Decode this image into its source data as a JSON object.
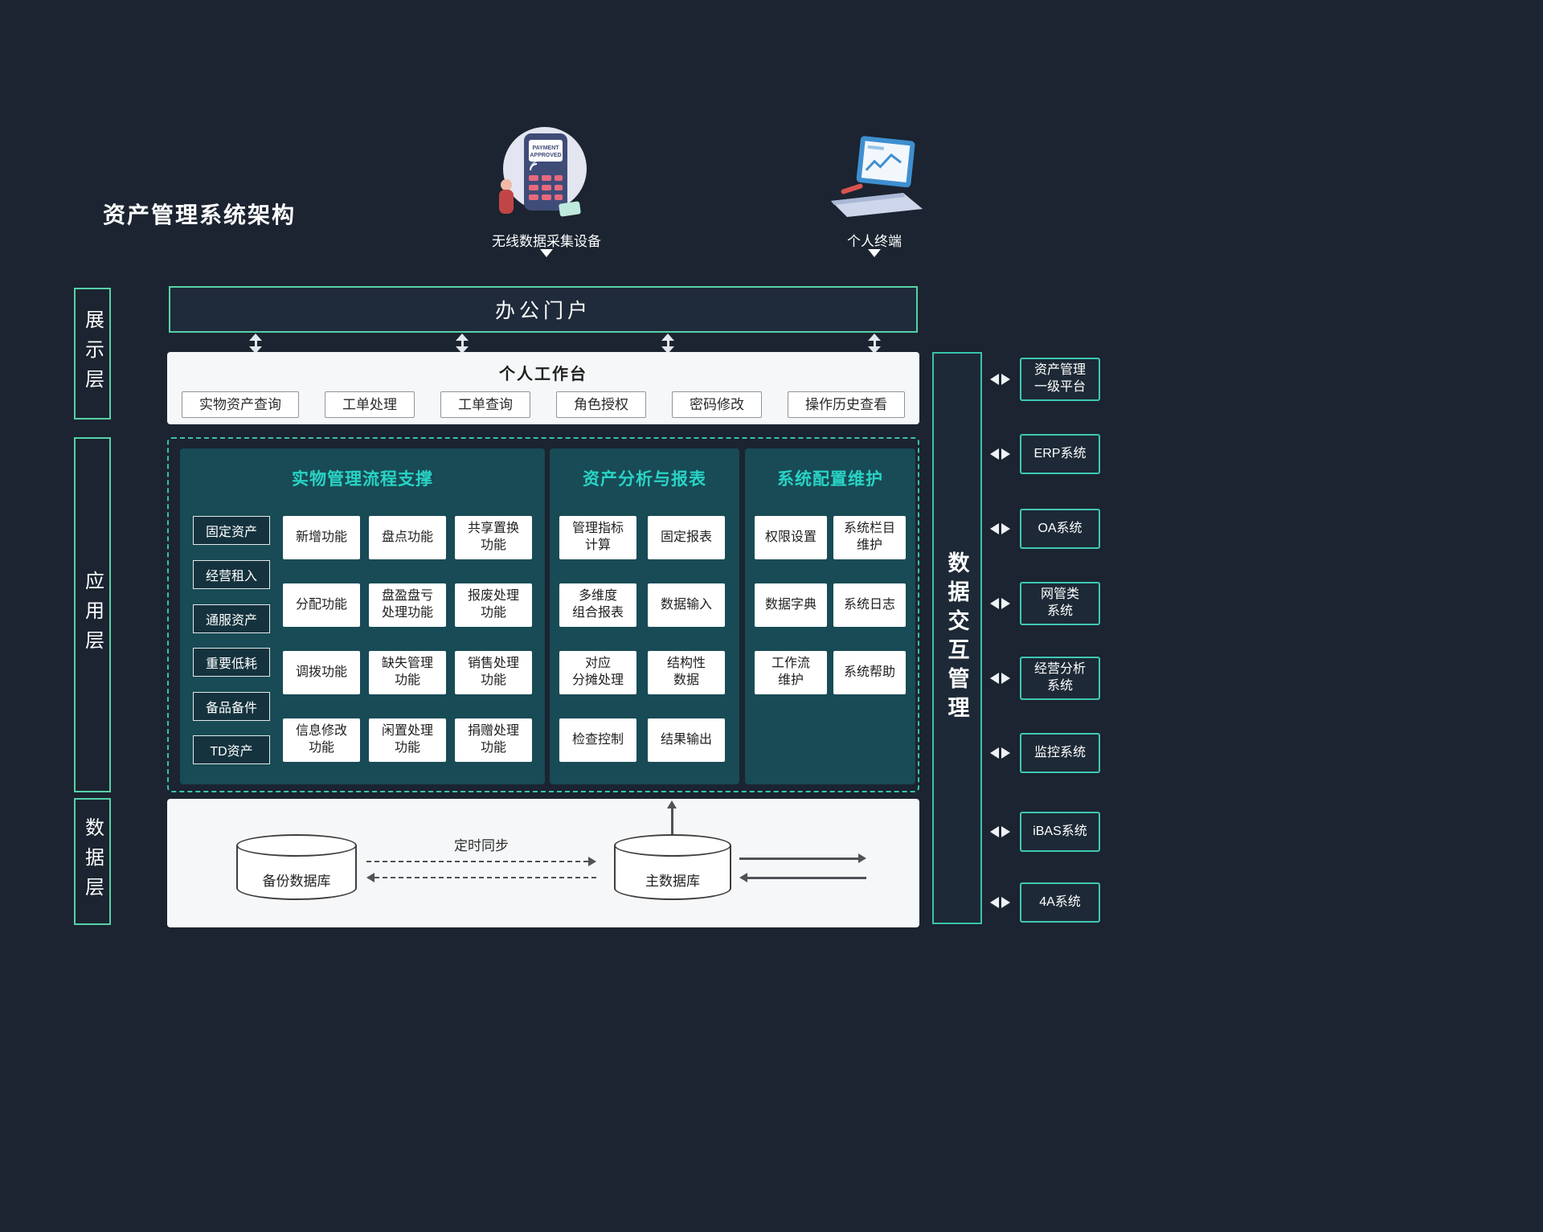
{
  "title": "资产管理系统架构",
  "colors": {
    "background": "#1b2430",
    "accent_green_border": "#57d1a8",
    "accent_teal_dashed": "#38c3ab",
    "panel_teal_bg": "#184b55",
    "panel_heading_teal": "#29d3c5",
    "white_panel": "#f6f7f8"
  },
  "devices": {
    "collector": {
      "label": "无线数据采集设备",
      "screen_line1": "PAYMENT",
      "screen_line2": "APPROVED"
    },
    "terminal": {
      "label": "个人终端"
    }
  },
  "layers": {
    "presentation": "展示层",
    "application": "应用层",
    "data": "数据层"
  },
  "portal": {
    "title": "办公门户"
  },
  "workbench": {
    "title": "个人工作台",
    "buttons": [
      "实物资产查询",
      "工单处理",
      "工单查询",
      "角色授权",
      "密码修改",
      "操作历史查看"
    ]
  },
  "app_panels": {
    "panel1": {
      "title": "实物管理流程支撑",
      "categories": [
        "固定资产",
        "经营租入",
        "通服资产",
        "重要低耗",
        "备品备件",
        "TD资产"
      ],
      "functions": [
        "新增功能",
        "盘点功能",
        "共享置换\n功能",
        "分配功能",
        "盘盈盘亏\n处理功能",
        "报废处理\n功能",
        "调拨功能",
        "缺失管理\n功能",
        "销售处理\n功能",
        "信息修改\n功能",
        "闲置处理\n功能",
        "捐赠处理\n功能"
      ]
    },
    "panel2": {
      "title": "资产分析与报表",
      "functions": [
        "管理指标\n计算",
        "固定报表",
        "多维度\n组合报表",
        "数据输入",
        "对应\n分摊处理",
        "结构性\n数据",
        "检查控制",
        "结果输出"
      ]
    },
    "panel3": {
      "title": "系统配置维护",
      "functions": [
        "权限设置",
        "系统栏目\n维护",
        "数据字典",
        "系统日志",
        "工作流\n维护",
        "系统帮助"
      ]
    }
  },
  "data_section": {
    "backup_db": "备份数据库",
    "main_db": "主数据库",
    "sync_label": "定时同步"
  },
  "interaction_bar": {
    "title": "数据交互管理"
  },
  "external_systems": [
    "资产管理\n一级平台",
    "ERP系统",
    "OA系统",
    "网管类\n系统",
    "经营分析\n系统",
    "监控系统",
    "iBAS系统",
    "4A系统"
  ]
}
